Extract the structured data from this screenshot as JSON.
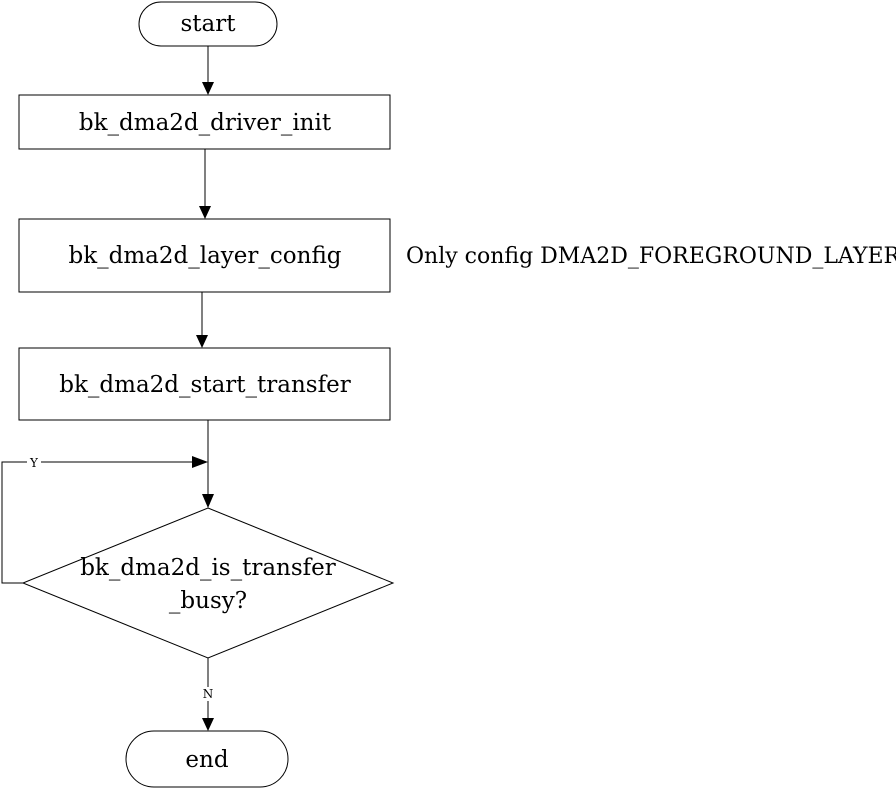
{
  "nodes": {
    "start": "start",
    "driver_init": "bk_dma2d_driver_init",
    "layer_config": "bk_dma2d_layer_config",
    "start_transfer": "bk_dma2d_start_transfer",
    "is_busy_line1": "bk_dma2d_is_transfer",
    "is_busy_line2": "_busy?",
    "end": "end"
  },
  "note": "Only config DMA2D_FOREGROUND_LAYER",
  "edges": {
    "yes_label": "Y",
    "no_label": "N"
  },
  "colors": {
    "stroke": "#000000",
    "background": "#ffffff"
  }
}
